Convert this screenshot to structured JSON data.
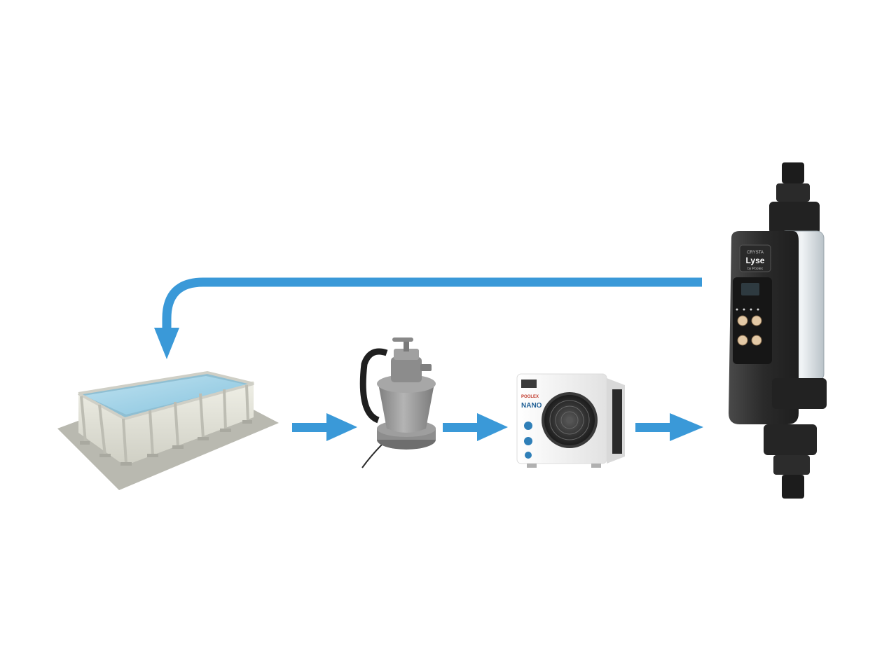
{
  "colors": {
    "background": "#ffffff",
    "flow_arrow": "#3a99d8",
    "pool_water": "#9fd0e6",
    "pool_wall": "#e6e6dc",
    "ground_mat": "#b9b9b0",
    "filter_body": "#9b9b9b",
    "heat_pump_body": "#f4f4f4",
    "fan_grille": "#2f2f2f",
    "chlorinator_body": "#3a3a3a",
    "chlorinator_clear": "#dfe6ea"
  },
  "components": [
    {
      "id": "pool",
      "icon": "above-ground-pool-icon"
    },
    {
      "id": "sand-filter",
      "icon": "sand-filter-pump-icon"
    },
    {
      "id": "heat-pump",
      "icon": "heat-pump-icon"
    },
    {
      "id": "salt-chlorinator",
      "icon": "salt-chlorinator-icon"
    }
  ],
  "chlorinator": {
    "brand_top": "CRYSTA",
    "brand_main": "Lyse",
    "brand_sub": "by Poolex"
  },
  "heat_pump": {
    "brand_top": "POOLEX",
    "brand_main": "NANO"
  },
  "flow": [
    {
      "from": "pool",
      "to": "sand-filter",
      "icon": "flow-arrow-right-icon"
    },
    {
      "from": "sand-filter",
      "to": "heat-pump",
      "icon": "flow-arrow-right-icon"
    },
    {
      "from": "heat-pump",
      "to": "salt-chlorinator",
      "icon": "flow-arrow-right-icon"
    },
    {
      "from": "salt-chlorinator",
      "to": "pool",
      "icon": "return-arrow-icon"
    }
  ]
}
